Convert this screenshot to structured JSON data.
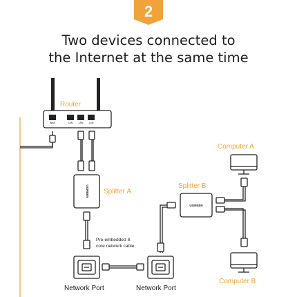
{
  "badge": {
    "number": "2",
    "color": "#f0a33a"
  },
  "headline": {
    "line1": "Two devices connected to",
    "line2": "the Internet at the same time"
  },
  "router": {
    "label": "Router",
    "port_labels": [
      "WAN",
      "LAN",
      "LAN",
      "LAN"
    ]
  },
  "splitter_a": {
    "label": "Splitter A",
    "brand": "UGREEN"
  },
  "splitter_b": {
    "label": "Splitter B",
    "brand": "UGREEN"
  },
  "computer_a": {
    "label": "Computer A"
  },
  "computer_b": {
    "label": "Computer B"
  },
  "cable_note": {
    "line1": "Pre-embedded 8-",
    "line2": "core network cable"
  },
  "network_port_left": {
    "label": "Network Port"
  },
  "network_port_right": {
    "label": "Network Port"
  },
  "colors": {
    "accent": "#f0a33a",
    "line": "#222222",
    "text": "#1d1d1d"
  }
}
